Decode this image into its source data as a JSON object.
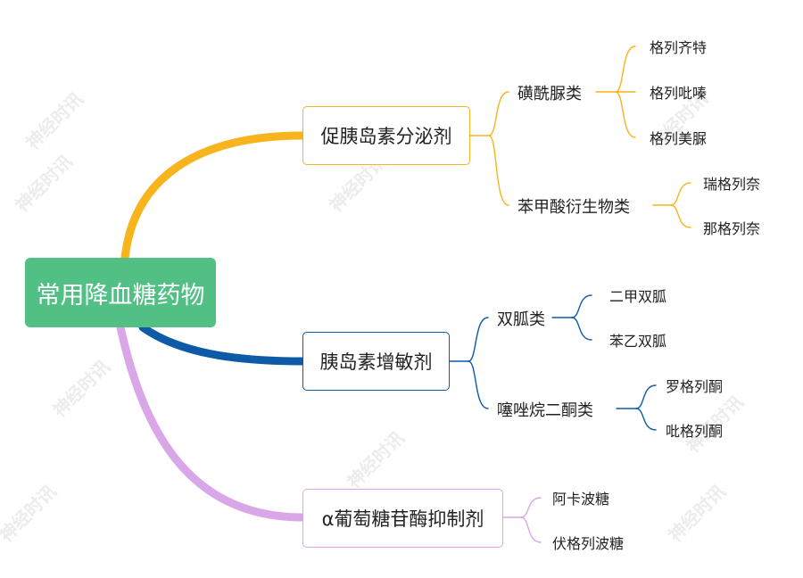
{
  "watermark": "神经时讯",
  "root": {
    "label": "常用降血糖药物",
    "color": "#52bf85"
  },
  "branches": [
    {
      "label": "促胰岛素分泌剂",
      "color": "#f7b41c",
      "groups": [
        {
          "label": "磺酰脲类",
          "items": [
            "格列齐特",
            "格列吡嗪",
            "格列美脲"
          ]
        },
        {
          "label": "苯甲酸衍生物类",
          "items": [
            "瑞格列奈",
            "那格列奈"
          ]
        }
      ]
    },
    {
      "label": "胰岛素增敏剂",
      "color": "#0d5aa7",
      "groups": [
        {
          "label": "双胍类",
          "items": [
            "二甲双胍",
            "苯乙双胍"
          ]
        },
        {
          "label": "噻唑烷二酮类",
          "items": [
            "罗格列酮",
            "吡格列酮"
          ]
        }
      ]
    },
    {
      "label": "α葡萄糖苷酶抑制剂",
      "color": "#d9a6e8",
      "groups": [],
      "items": [
        "阿卡波糖",
        "伏格列波糖"
      ]
    }
  ]
}
